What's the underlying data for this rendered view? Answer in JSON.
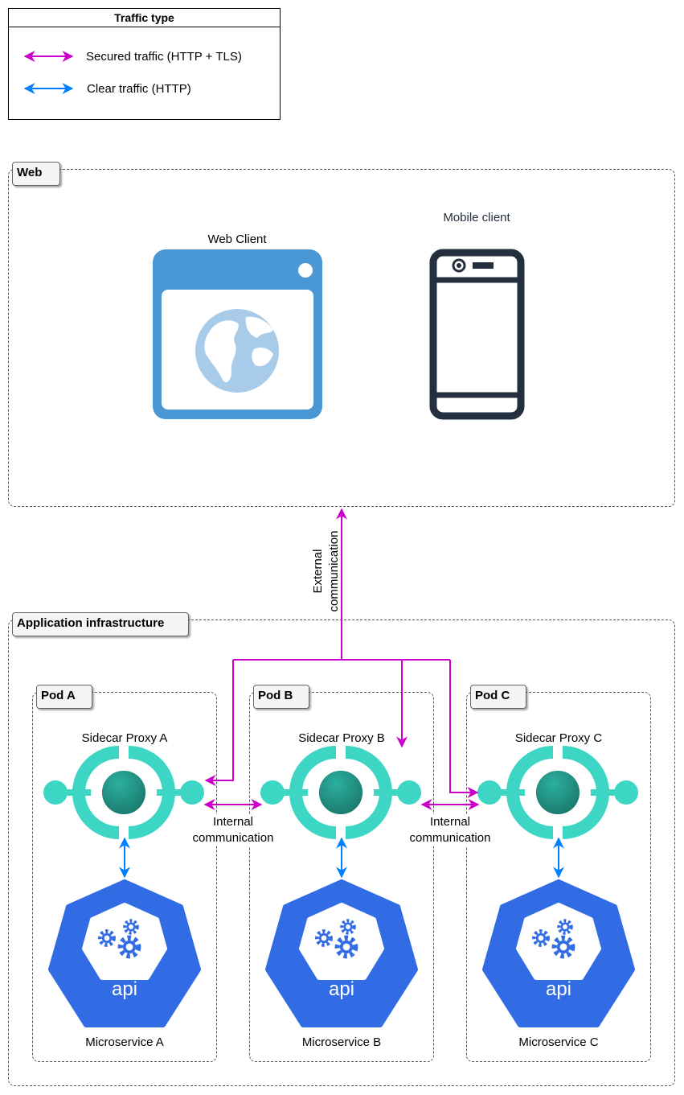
{
  "legend": {
    "title": "Traffic type",
    "items": [
      {
        "label": "Secured traffic (HTTP + TLS)",
        "color": "#CC00CC",
        "icon": "double-arrow-icon"
      },
      {
        "label": "Clear traffic  (HTTP)",
        "color": "#007FFF",
        "icon": "double-arrow-icon"
      }
    ]
  },
  "web": {
    "group_label": "Web",
    "web_client_label": "Web Client",
    "mobile_client_label": "Mobile client"
  },
  "external": {
    "line1": "External",
    "line2": "communication"
  },
  "infra": {
    "group_label": "Application infrastructure",
    "internal_line1": "Internal",
    "internal_line2": "communication",
    "pods": [
      {
        "label": "Pod A",
        "proxy": "Sidecar Proxy A",
        "service": "Microservice A",
        "api": "api"
      },
      {
        "label": "Pod B",
        "proxy": "Sidecar Proxy B",
        "service": "Microservice B",
        "api": "api"
      },
      {
        "label": "Pod C",
        "proxy": "Sidecar Proxy C",
        "service": "Microservice C",
        "api": "api"
      }
    ]
  },
  "colors": {
    "secured": "#CC00CC",
    "clear": "#007FFF",
    "proxy_teal": "#3DD6C4",
    "proxy_core": "#1F8C7D",
    "api_blue": "#326CE5",
    "web_blue": "#4A97D6",
    "globe_blue": "#A8CBEA",
    "phone_dark": "#232F3E"
  }
}
